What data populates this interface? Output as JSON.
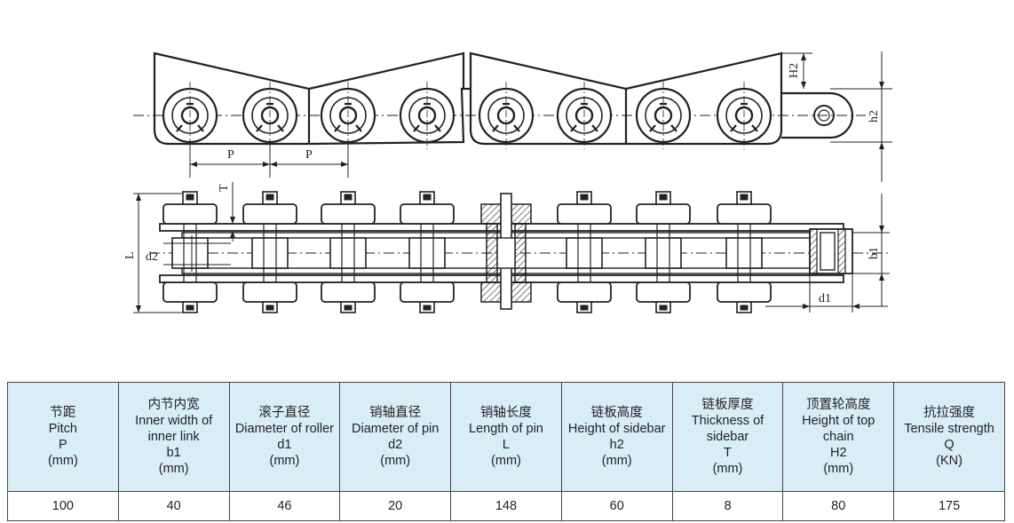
{
  "drawing": {
    "labels": {
      "pitch_left": "P",
      "pitch_right": "P",
      "h2_dim": "H2",
      "h2_side": "h2",
      "t_dim": "T",
      "l_dim": "L",
      "d2_dim": "d2",
      "b1_dim": "b1",
      "d1_dim": "d1"
    }
  },
  "table": {
    "columns": [
      {
        "zh": "节距",
        "en": [
          "Pitch"
        ],
        "symbol": "P",
        "unit": "(mm)"
      },
      {
        "zh": "内节内宽",
        "en": [
          "Inner width of",
          "inner link"
        ],
        "symbol": "b1",
        "unit": "(mm)"
      },
      {
        "zh": "滚子直径",
        "en": [
          "Diameter of roller"
        ],
        "symbol": "d1",
        "unit": "(mm)"
      },
      {
        "zh": "销轴直径",
        "en": [
          "Diameter of pin"
        ],
        "symbol": "d2",
        "unit": "(mm)"
      },
      {
        "zh": "销轴长度",
        "en": [
          "Length of pin"
        ],
        "symbol": "L",
        "unit": "(mm)"
      },
      {
        "zh": "链板高度",
        "en": [
          "Height of sidebar"
        ],
        "symbol": "h2",
        "unit": "(mm)"
      },
      {
        "zh": "链板厚度",
        "en": [
          "Thickness of",
          "sidebar"
        ],
        "symbol": "T",
        "unit": "(mm)"
      },
      {
        "zh": "顶置轮高度",
        "en": [
          "Height of top",
          "chain"
        ],
        "symbol": "H2",
        "unit": "(mm)"
      },
      {
        "zh": "抗拉强度",
        "en": [
          "Tensile strength"
        ],
        "symbol": "Q",
        "unit": "(KN)"
      }
    ],
    "values": [
      "100",
      "40",
      "46",
      "20",
      "148",
      "60",
      "8",
      "80",
      "175"
    ]
  }
}
